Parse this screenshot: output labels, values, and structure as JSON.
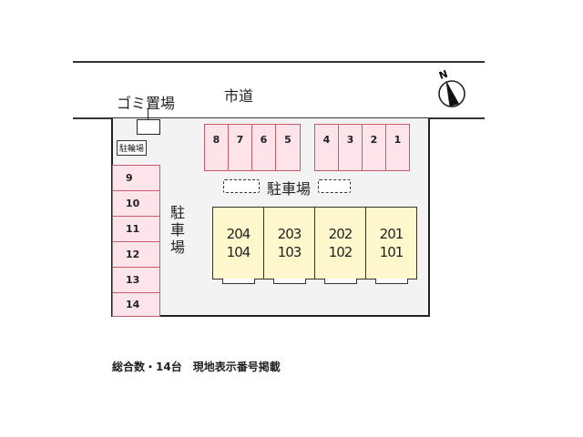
{
  "map": {
    "road_label": "市道",
    "garbage_label": "ゴミ置場",
    "bicycle_label": "駐輪場",
    "parking_label_horizontal": "駐車場",
    "parking_label_vertical": [
      "駐",
      "車",
      "場"
    ],
    "north_label": "N",
    "top_slots_left": [
      "8",
      "7",
      "6",
      "5"
    ],
    "top_slots_right": [
      "4",
      "3",
      "2",
      "1"
    ],
    "side_slots": [
      "9",
      "10",
      "11",
      "12",
      "13",
      "14"
    ],
    "units": [
      {
        "upper": "204",
        "lower": "104"
      },
      {
        "upper": "203",
        "lower": "103"
      },
      {
        "upper": "202",
        "lower": "102"
      },
      {
        "upper": "201",
        "lower": "101"
      }
    ],
    "colors": {
      "slot_fill": "#fde3ea",
      "slot_border": "#c95a6a",
      "unit_fill": "#fff8cc",
      "lot_fill": "#f3f3f3"
    }
  },
  "footer": {
    "text": "総合数・14台　現地表示番号掲載"
  }
}
